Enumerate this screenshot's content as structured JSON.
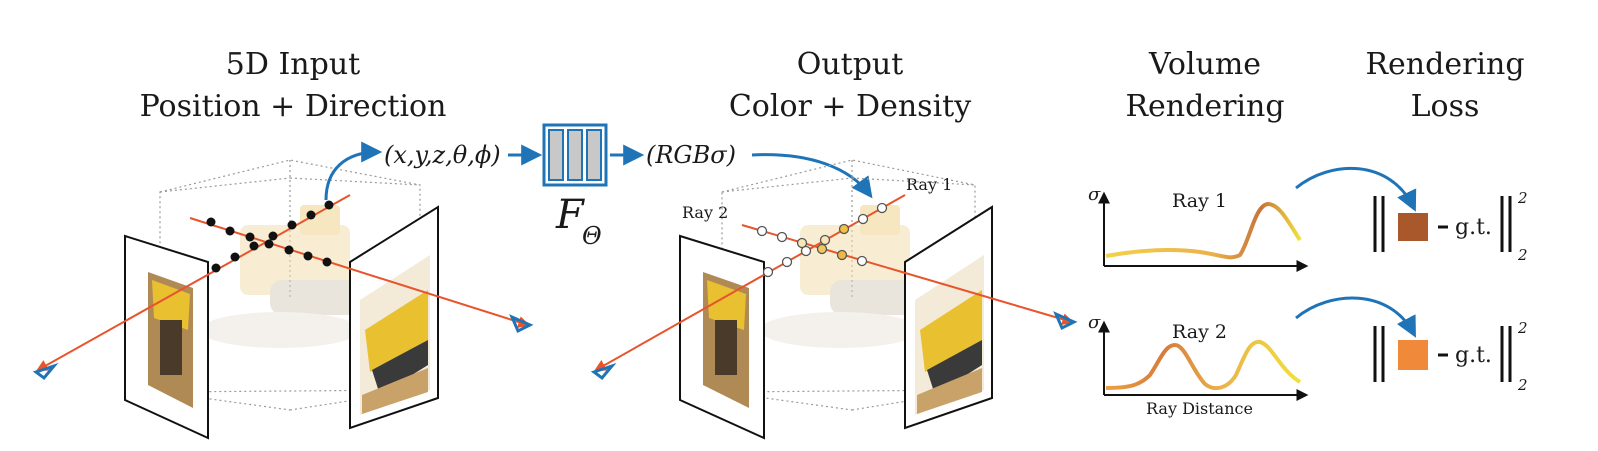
{
  "headings": {
    "input_line1": "5D Input",
    "input_line2": "Position + Direction",
    "output_line1": "Output",
    "output_line2": "Color + Density",
    "volume_line1": "Volume",
    "volume_line2": "Rendering",
    "loss_line1": "Rendering",
    "loss_line2": "Loss"
  },
  "network": {
    "input_tuple": "(x,y,z,θ,ϕ)",
    "output_tuple": "(RGBσ)",
    "function_label": "F",
    "function_subscript": "Θ"
  },
  "rays": {
    "ray1_label": "Ray 1",
    "ray2_label": "Ray 2"
  },
  "plots": {
    "y_axis_symbol": "σ",
    "plot1_title": "Ray 1",
    "plot2_title": "Ray 2",
    "x_axis_label": "Ray Distance"
  },
  "loss": {
    "gt_label": "g.t.",
    "exponent": "2",
    "subscript": "2"
  },
  "colors": {
    "arrow_blue": "#1f74b8",
    "ray_red": "#e8542b",
    "loss_swatch_1": "#a8582a",
    "loss_swatch_2": "#f08a3a",
    "network_fill": "#c8c8c8"
  }
}
